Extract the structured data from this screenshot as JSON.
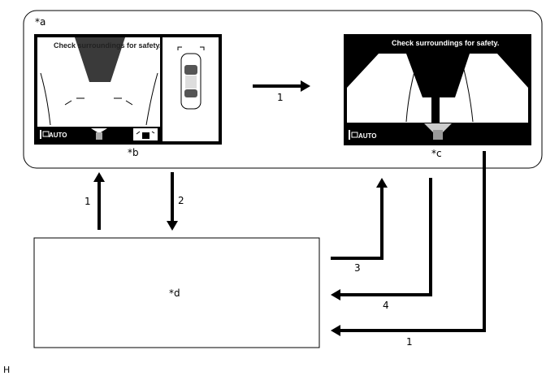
{
  "labels": {
    "a": "*a",
    "b": "*b",
    "c": "*c",
    "d": "*d",
    "corner": "H"
  },
  "screens": {
    "b": {
      "message": "Check surroundings for safety.",
      "mode": "AUTO"
    },
    "c": {
      "message": "Check surroundings for safety.",
      "mode": "AUTO"
    }
  },
  "arrows": {
    "b_to_c": "1",
    "d_to_b": "1",
    "b_to_d": "2",
    "d_to_c": "3",
    "c_to_d_upper": "4",
    "c_to_d_lower": "1"
  }
}
